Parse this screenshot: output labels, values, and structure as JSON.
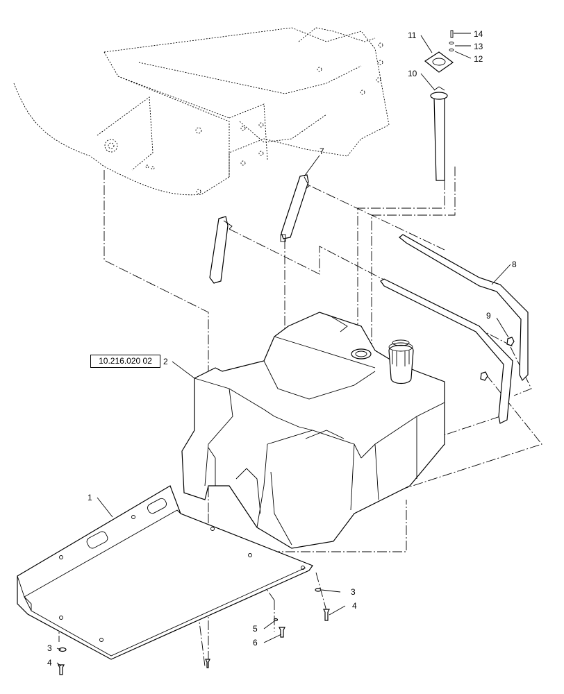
{
  "diagram": {
    "reference": "10.216.020 02",
    "callouts": {
      "c1": "1",
      "c2": "2",
      "c3a": "3",
      "c3b": "3",
      "c4a": "4",
      "c4b": "4",
      "c5": "5",
      "c6": "6",
      "c7": "7",
      "c8": "8",
      "c9": "9",
      "c10": "10",
      "c11": "11",
      "c12": "12",
      "c13": "13",
      "c14": "14"
    }
  }
}
